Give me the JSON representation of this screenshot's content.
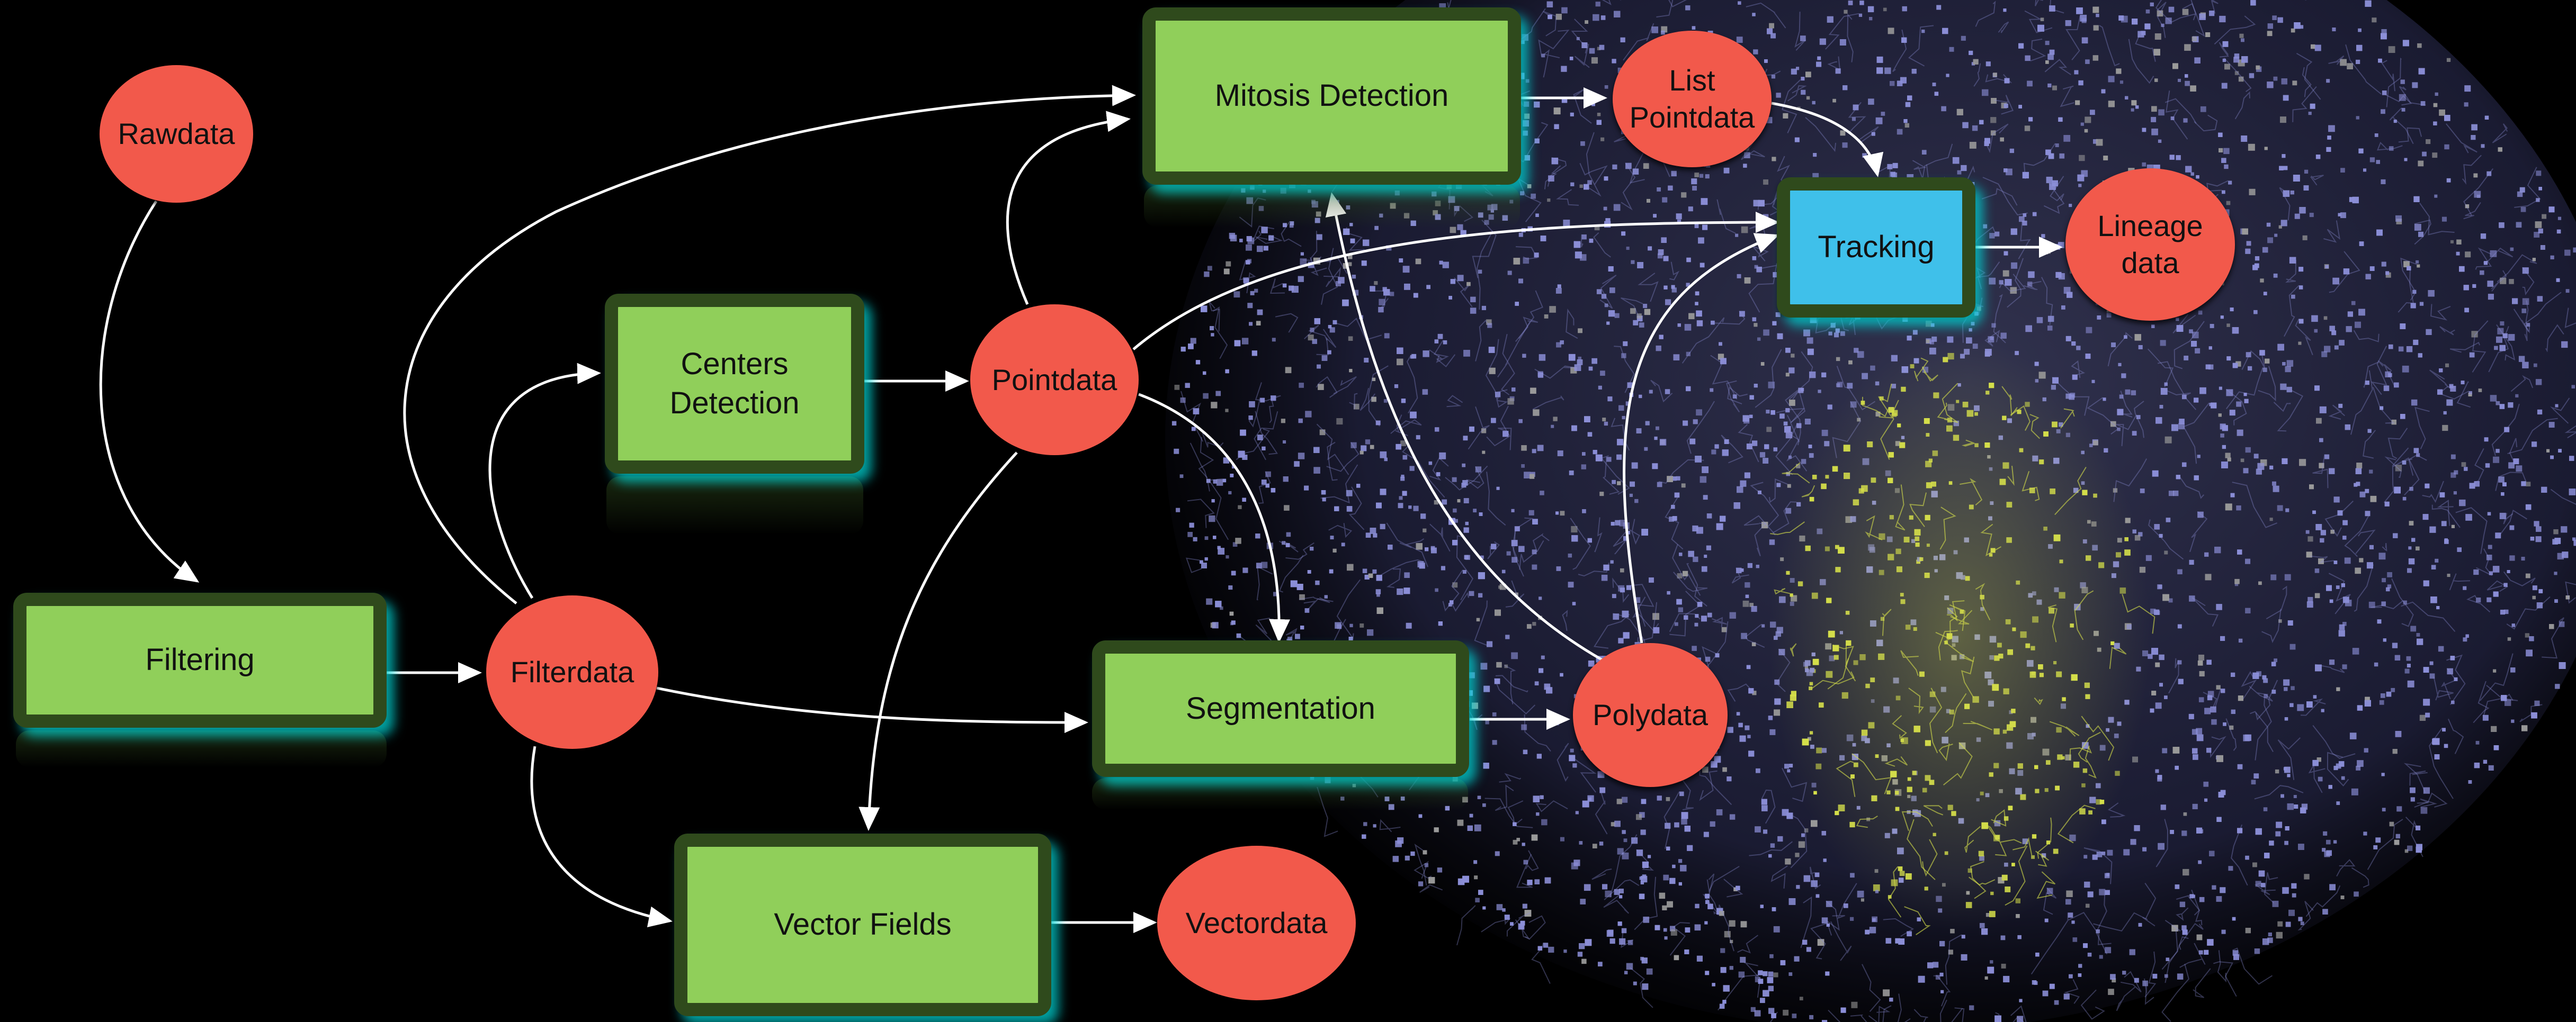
{
  "diagram": {
    "process_boxes": {
      "filtering": "Filtering",
      "centers_detection": "Centers\nDetection",
      "mitosis_detection": "Mitosis Detection",
      "segmentation": "Segmentation",
      "vector_fields": "Vector Fields",
      "tracking": "Tracking"
    },
    "data_nodes": {
      "rawdata": "Rawdata",
      "filterdata": "Filterdata",
      "pointdata": "Pointdata",
      "list_pointdata": "List\nPointdata",
      "polydata": "Polydata",
      "lineage_data": "Lineage\ndata",
      "vectordata": "Vectordata"
    },
    "colors": {
      "background": "#000000",
      "process_fill": "#90cf5a",
      "process_border": "#2f4a1c",
      "tracking_fill": "#3fc0ea",
      "data_fill": "#f2594b",
      "glow": "#00d7d7",
      "arrow": "#ffffff",
      "cell_points": "#8c8fd8",
      "track_highlight": "#d6e04a"
    },
    "edges": [
      [
        "rawdata",
        "filtering"
      ],
      [
        "filtering",
        "filterdata"
      ],
      [
        "filterdata",
        "centers_detection"
      ],
      [
        "filterdata",
        "mitosis_detection"
      ],
      [
        "filterdata",
        "segmentation"
      ],
      [
        "filterdata",
        "vector_fields"
      ],
      [
        "centers_detection",
        "pointdata"
      ],
      [
        "pointdata",
        "mitosis_detection"
      ],
      [
        "pointdata",
        "tracking"
      ],
      [
        "pointdata",
        "segmentation"
      ],
      [
        "pointdata",
        "vector_fields"
      ],
      [
        "mitosis_detection",
        "list_pointdata"
      ],
      [
        "list_pointdata",
        "tracking"
      ],
      [
        "segmentation",
        "polydata"
      ],
      [
        "polydata",
        "mitosis_detection"
      ],
      [
        "polydata",
        "tracking"
      ],
      [
        "tracking",
        "lineage_data"
      ],
      [
        "vector_fields",
        "vectordata"
      ]
    ]
  }
}
